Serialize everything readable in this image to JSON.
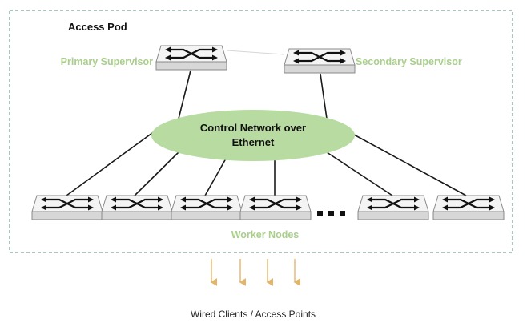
{
  "pod": {
    "title": "Access Pod"
  },
  "supervisors": {
    "primary_label": "Primary Supervisor",
    "secondary_label": "Secondary Supervisor"
  },
  "control_network": {
    "line1": "Control Network over",
    "line2": "Ethernet"
  },
  "workers": {
    "label": "Worker Nodes",
    "ellipsis": "▪▪▪"
  },
  "clients": {
    "label": "Wired Clients / Access Points"
  },
  "icons": {
    "switch": "network-switch-icon",
    "uplink_arrow": "down-arrow-icon"
  },
  "colors": {
    "border_dash": "#5f8a82",
    "control_ellipse": "#b7dba0",
    "label_green": "#a9cf8b",
    "switch_top": "#f4f4f4",
    "switch_side": "#d7d7d7",
    "uplink_arrow": "#e3b56a"
  }
}
